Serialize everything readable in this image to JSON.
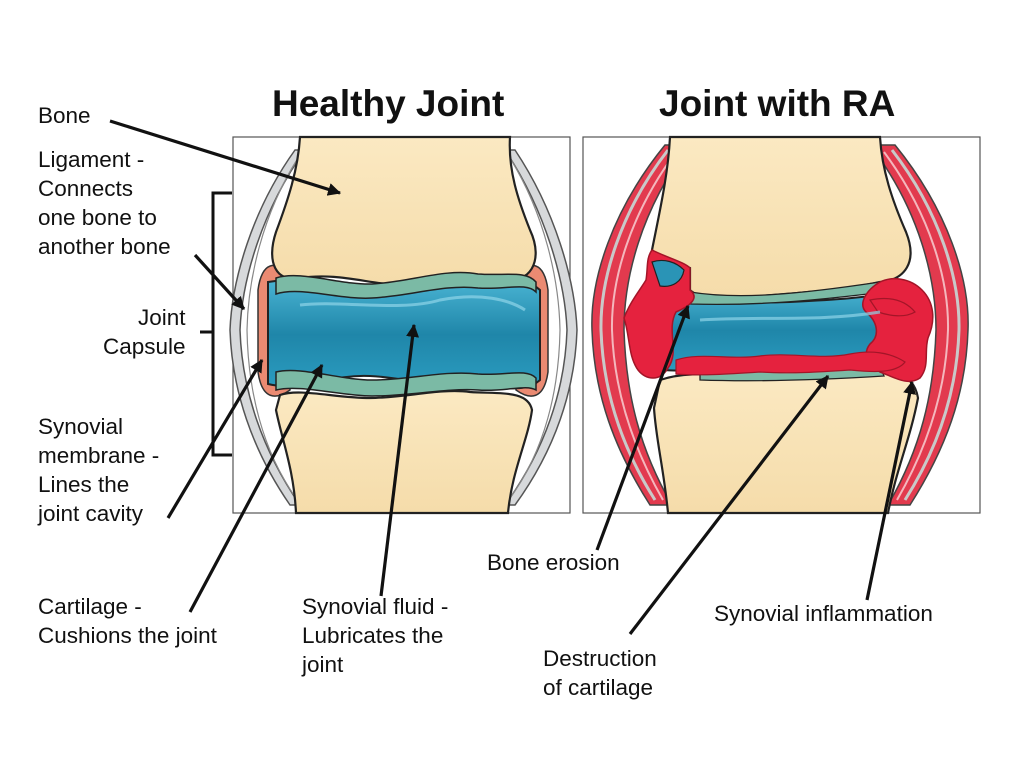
{
  "titles": {
    "healthy": "Healthy Joint",
    "ra": "Joint with RA"
  },
  "labels": {
    "bone": [
      "Bone"
    ],
    "ligament": [
      "Ligament -",
      "Connects",
      "one bone to",
      "another bone"
    ],
    "capsule": [
      "Joint",
      "Capsule"
    ],
    "synovial_membrane": [
      "Synovial",
      "membrane -",
      "Lines the",
      "joint cavity"
    ],
    "cartilage": [
      "Cartilage -",
      "Cushions the joint"
    ],
    "synovial_fluid": [
      "Synovial fluid -",
      "Lubricates the",
      "joint"
    ],
    "bone_erosion": [
      "Bone erosion"
    ],
    "destruction": [
      "Destruction",
      "of cartilage"
    ],
    "inflammation": [
      "Synovial inflammation"
    ]
  },
  "colors": {
    "bone": "#f9e4b7",
    "fluid": "#2a94b6",
    "cartilage": "#79b8a4",
    "membrane": "#e9826c",
    "ligament": "#d4d6d8",
    "inflammation": "#e3203c",
    "outline": "#222222"
  }
}
